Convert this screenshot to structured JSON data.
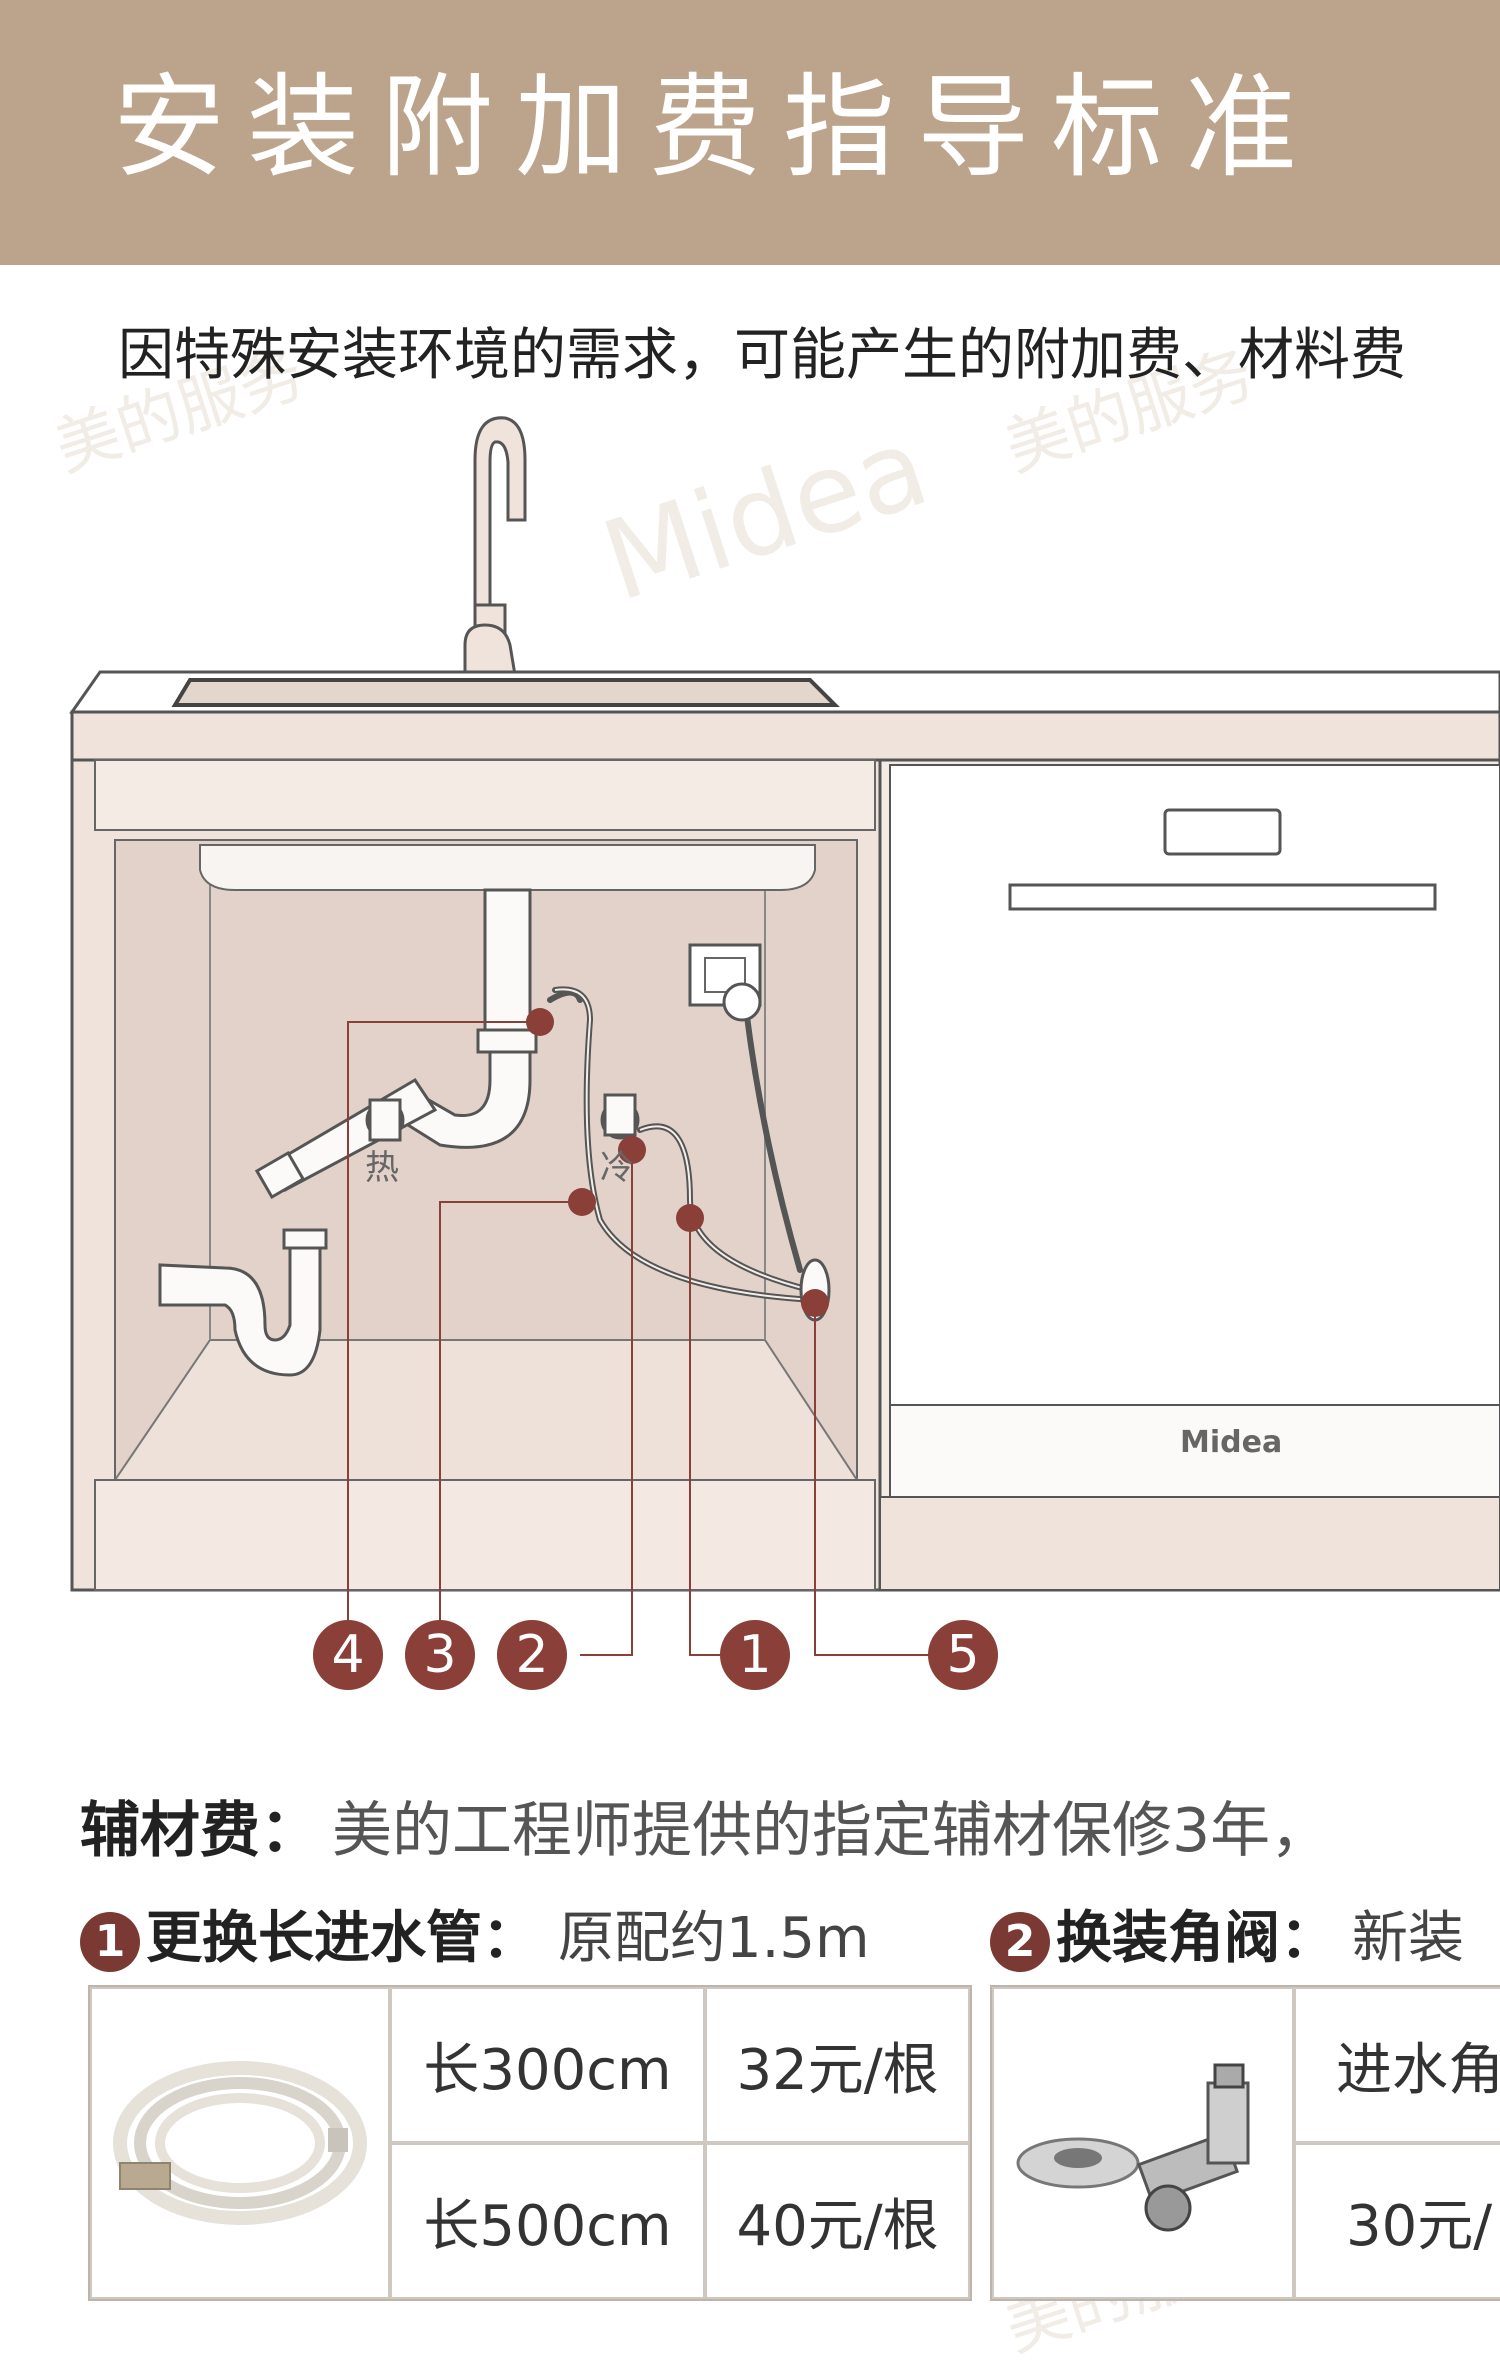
{
  "header": {
    "title": "安装附加费指导标准"
  },
  "intro": {
    "text": "因特殊安装环境的需求，可能产生的附加费、材料费"
  },
  "watermark": {
    "service": "美的服务",
    "logo": "Midea"
  },
  "diagram": {
    "label_hot": "热",
    "label_cold": "冷",
    "appliance_logo": "Midea",
    "callouts": [
      "4",
      "3",
      "2",
      "1",
      "5"
    ]
  },
  "fees": {
    "title": "辅材费：",
    "desc": "美的工程师提供的指定辅材保修3年，"
  },
  "item1": {
    "badge": "1",
    "title": "更换长进水管：",
    "desc": "原配约1.5m",
    "rows": [
      {
        "length": "长300cm",
        "price": "32元/根"
      },
      {
        "length": "长500cm",
        "price": "40元/根"
      }
    ]
  },
  "item2": {
    "badge": "2",
    "title": "换装角阀：",
    "desc": "新装",
    "row_label": "进水角",
    "price": "30元/"
  },
  "colors": {
    "header_bg": "#bba48b",
    "callout": "#8a3f38",
    "cabinet": "#efe3dc"
  }
}
